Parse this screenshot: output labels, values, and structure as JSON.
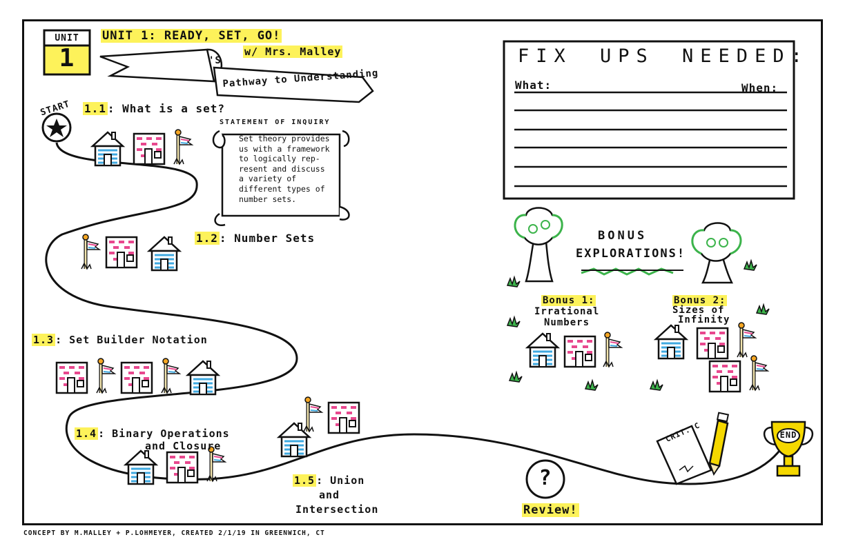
{
  "unit_badge": {
    "top": "UNIT",
    "number": "1"
  },
  "title": {
    "main": "UNIT 1: READY, SET, GO!",
    "with": "w/ Mrs. Malley",
    "possessive": "'S",
    "banner": "Pathway to Understanding"
  },
  "start_label": "START",
  "lessons": [
    {
      "num": "1.1",
      "text": ": What is a set?"
    },
    {
      "num": "1.2",
      "text": ": Number Sets"
    },
    {
      "num": "1.3",
      "text": ": Set Builder Notation"
    },
    {
      "num": "1.4",
      "text": ": Binary Operations",
      "text2": "and Closure"
    },
    {
      "num": "1.5",
      "text": ": Union",
      "text2": "and",
      "text3": "Intersection"
    }
  ],
  "inquiry": {
    "heading": "STATEMENT OF INQUIRY",
    "lines": [
      "Set theory provides",
      "us with a framework",
      "to logically rep-",
      "resent and discuss",
      "a variety of",
      "different types of",
      "number sets."
    ]
  },
  "fixups": {
    "title": "FIX UPS NEEDED:",
    "what": "What:",
    "when": "When:"
  },
  "bonus": {
    "heading1": "BONUS",
    "heading2": "EXPLORATIONS!",
    "b1_label": "Bonus 1:",
    "b1_line1": "Irrational",
    "b1_line2": "Numbers",
    "b2_label": "Bonus 2:",
    "b2_line1": "Sizes of",
    "b2_line2": "Infinity"
  },
  "review": {
    "symbol": "?",
    "label": "Review!"
  },
  "crit": "CRIT. C",
  "end": "END",
  "footer": "CONCEPT BY M.MALLEY + P.LOHMEYER, CREATED 2/1/19 IN GREENWICH, CT",
  "colors": {
    "highlight": "#fdf25a",
    "blue_house": "#3fa9e0",
    "pink_house": "#e8488e",
    "grass": "#3cb44b",
    "trophy": "#f5d800",
    "pencil": "#f5d800"
  }
}
